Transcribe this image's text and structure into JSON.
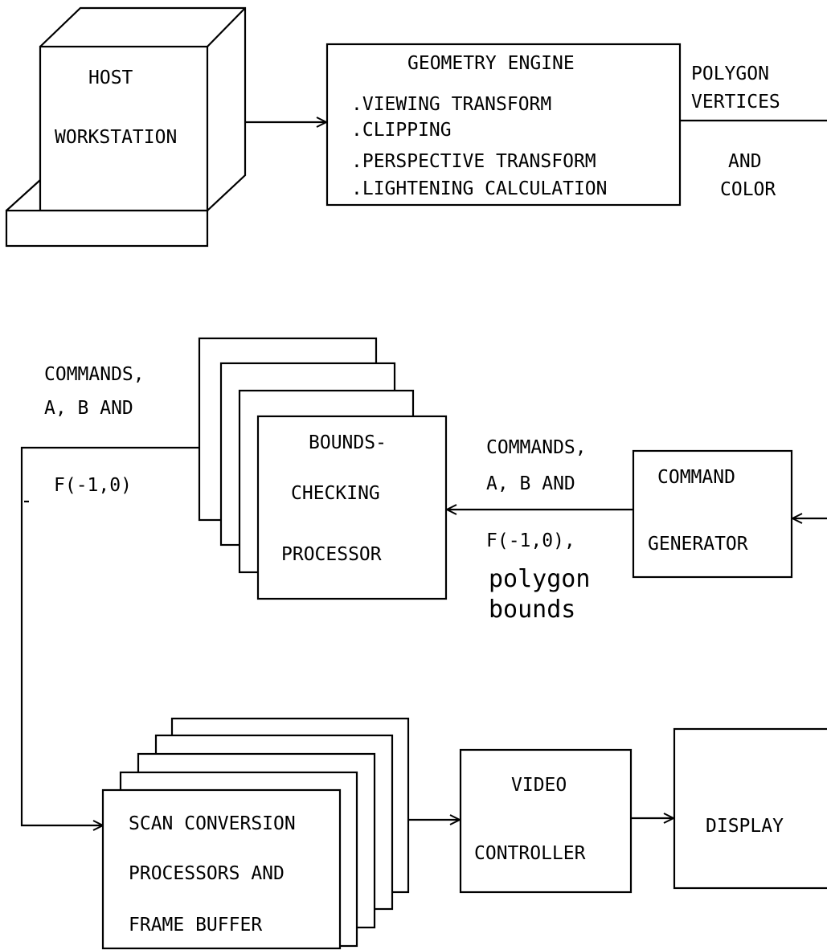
{
  "colors": {
    "ink": "#000000",
    "paper": "#ffffff"
  },
  "host": {
    "line1": "HOST",
    "line2": "WORKSTATION"
  },
  "geometry_engine": {
    "title": "GEOMETRY ENGINE",
    "items": [
      ".VIEWING TRANSFORM",
      ".CLIPPING",
      ".PERSPECTIVE TRANSFORM",
      ".LIGHTENING CALCULATION"
    ]
  },
  "polygon_label": [
    "POLYGON",
    "VERTICES",
    "AND",
    "COLOR"
  ],
  "command_generator": {
    "line1": "COMMAND",
    "line2": "GENERATOR"
  },
  "mid_label": {
    "lines": [
      "COMMANDS,",
      "A, B AND",
      "F(-1,0),"
    ],
    "lower": [
      "polygon",
      "bounds"
    ]
  },
  "bounds_checking": {
    "line1": "BOUNDS-",
    "line2": "CHECKING",
    "line3": "PROCESSOR"
  },
  "left_label": {
    "lines": [
      "COMMANDS,",
      "A, B AND",
      "F(-1,0)"
    ]
  },
  "scan_conversion": {
    "line1": "SCAN CONVERSION",
    "line2": "PROCESSORS AND",
    "line3": "FRAME BUFFER"
  },
  "video_controller": {
    "line1": "VIDEO",
    "line2": "CONTROLLER"
  },
  "display": {
    "label": "DISPLAY"
  }
}
